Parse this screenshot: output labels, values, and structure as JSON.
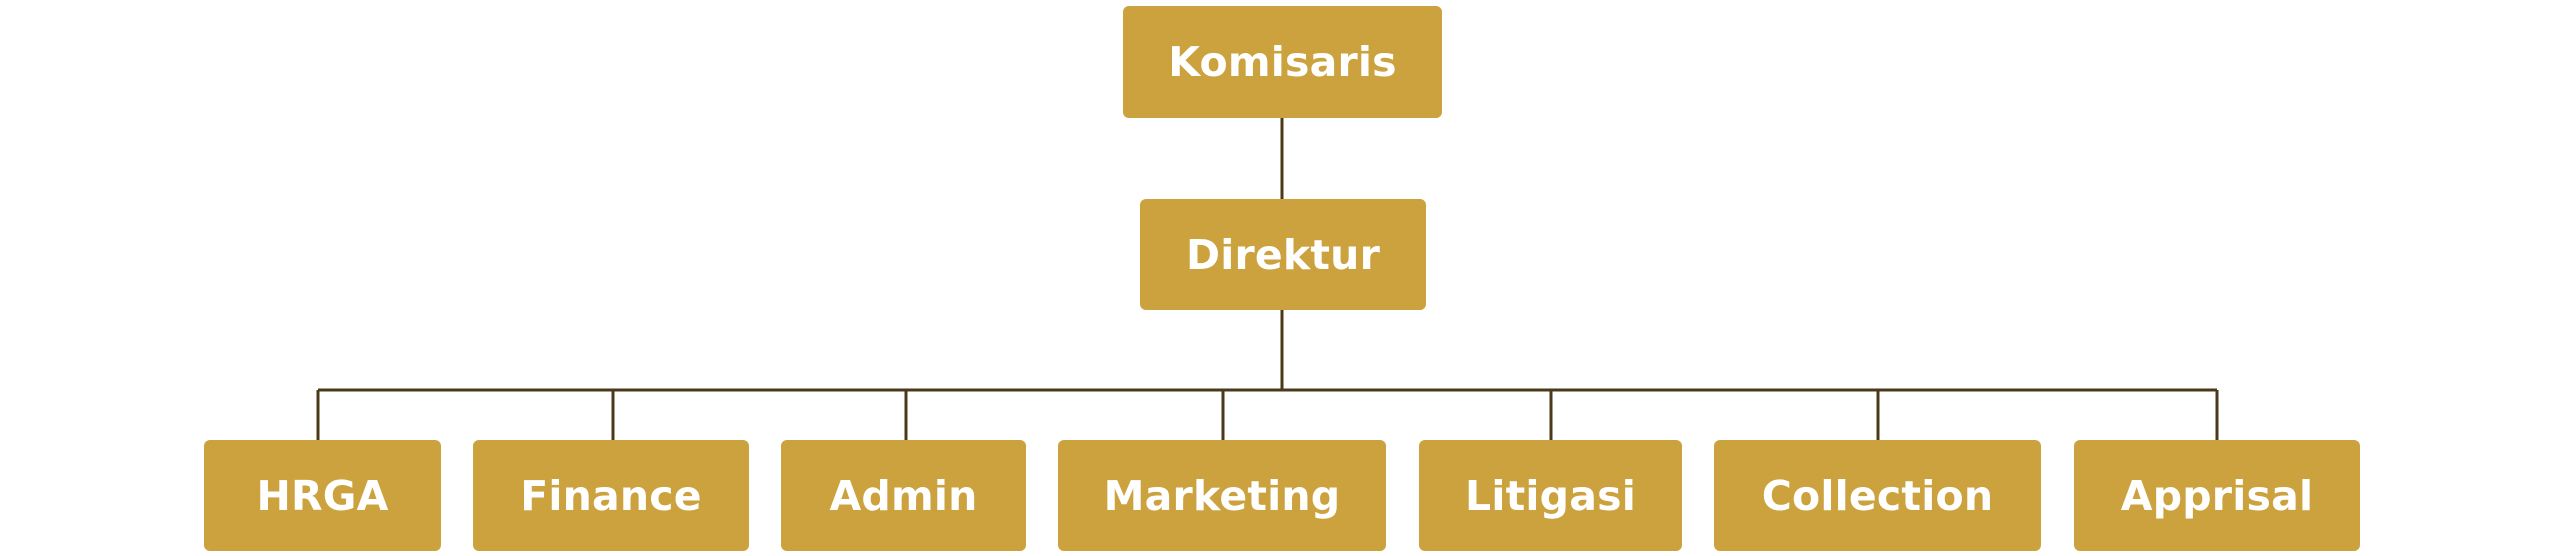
{
  "colors": {
    "box_fill": "#CBA23E",
    "line": "#4a3a1a",
    "text": "#ffffff"
  },
  "org_chart": {
    "top": "Komisaris",
    "middle": "Direktur",
    "departments": [
      "HRGA",
      "Finance",
      "Admin",
      "Marketing",
      "Litigasi",
      "Collection",
      "Apprisal"
    ]
  }
}
